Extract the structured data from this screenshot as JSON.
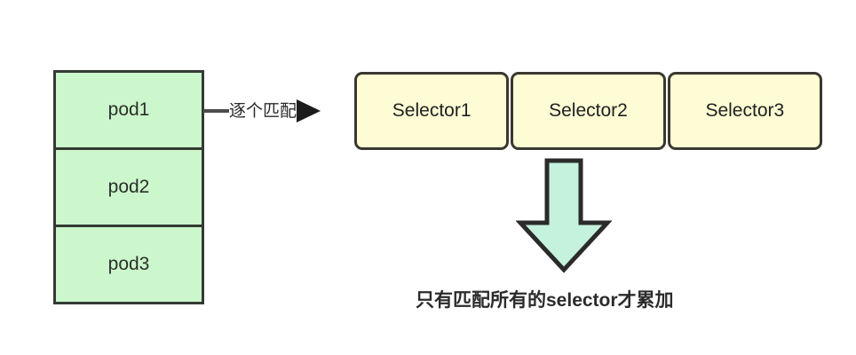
{
  "diagram": {
    "pods": {
      "items": [
        {
          "label": "pod1"
        },
        {
          "label": "pod2"
        },
        {
          "label": "pod3"
        }
      ],
      "fill_color": "#ccf7cc",
      "border_color": "#333a33"
    },
    "connector": {
      "label": "逐个匹配",
      "arrowhead_icon": "right-triangle-arrowhead-icon",
      "line_color": "#4c4c4c"
    },
    "selectors": {
      "items": [
        {
          "label": "Selector1"
        },
        {
          "label": "Selector2"
        },
        {
          "label": "Selector3"
        }
      ],
      "fill_color": "#fdfcd5",
      "border_color": "#3a382f"
    },
    "flow_arrow": {
      "icon": "down-arrow-icon",
      "fill_color": "#c5f2dd",
      "stroke_color": "#2b2b2b"
    },
    "caption": "只有匹配所有的selector才累加",
    "background_color": "#ffffff"
  }
}
